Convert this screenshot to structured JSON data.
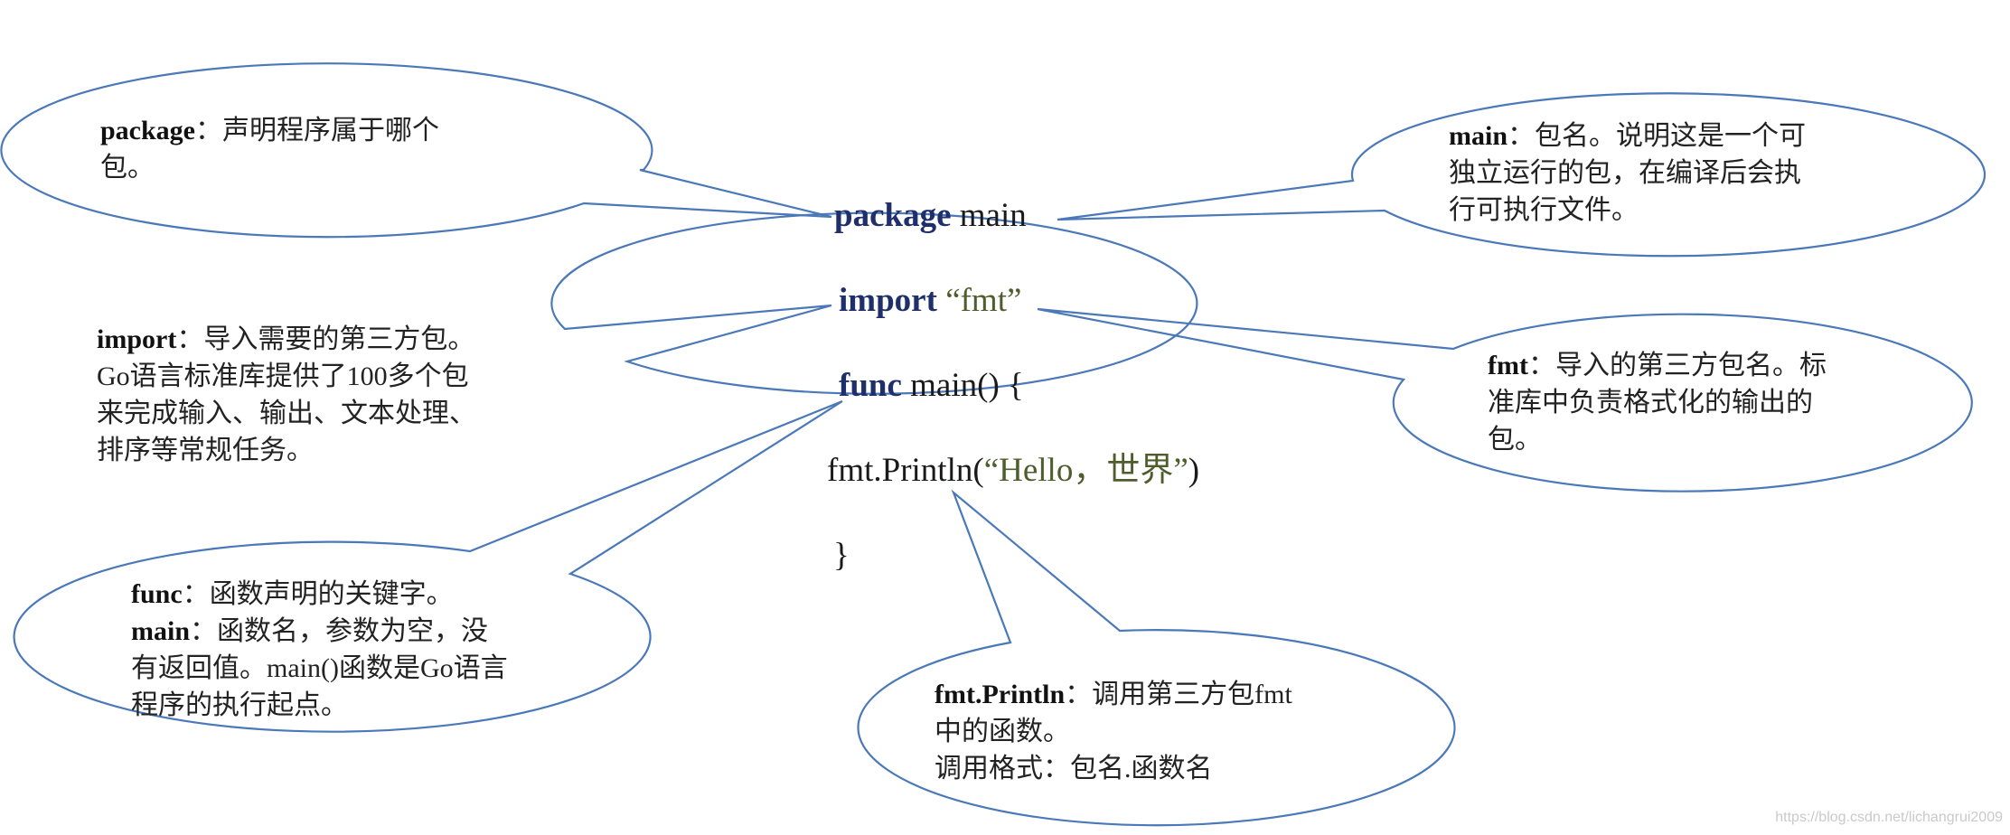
{
  "code": {
    "package_kw": "package",
    "package_name": "main",
    "import_kw": "import",
    "import_path": "“fmt”",
    "func_kw": "func",
    "func_sig": "main() {",
    "println_call": "fmt.Println(",
    "println_arg": "“Hello，世界”",
    "println_close": ")",
    "close_brace": "}"
  },
  "callouts": {
    "package": {
      "term": "package",
      "sep": "：",
      "line1": "声明程序属于哪个",
      "line2": "包。"
    },
    "main": {
      "term": "main",
      "sep": "：",
      "line1": "包名。说明这是一个可",
      "line2": "独立运行的包，在编译后会执",
      "line3": "行可执行文件。"
    },
    "import": {
      "term": "import",
      "sep": "：",
      "line1": "导入需要的第三方包。",
      "line2": "Go语言标准库提供了100多个包",
      "line3": "来完成输入、输出、文本处理、",
      "line4": "排序等常规任务。"
    },
    "fmt": {
      "term": "fmt",
      "sep": "：",
      "line1": "导入的第三方包名。标",
      "line2": "准库中负责格式化的输出的",
      "line3": "包。"
    },
    "func": {
      "term1": "func",
      "sep1": "：",
      "text1": "函数声明的关键字。",
      "term2": "main",
      "sep2": "：",
      "text2": "函数名，参数为空，没",
      "line3": "有返回值。main()函数是Go语言",
      "line4": "程序的执行起点。"
    },
    "println": {
      "term": "fmt.Println",
      "sep": "：",
      "line1": "调用第三方包fmt",
      "line2": "中的函数。",
      "line3": "调用格式：包名.函数名"
    }
  },
  "watermark": "https://blog.csdn.net/lichangrui2009",
  "colors": {
    "bubble_stroke": "#4a78b8",
    "keyword": "#1f2f6b",
    "string_literal": "#4e5d2c"
  }
}
